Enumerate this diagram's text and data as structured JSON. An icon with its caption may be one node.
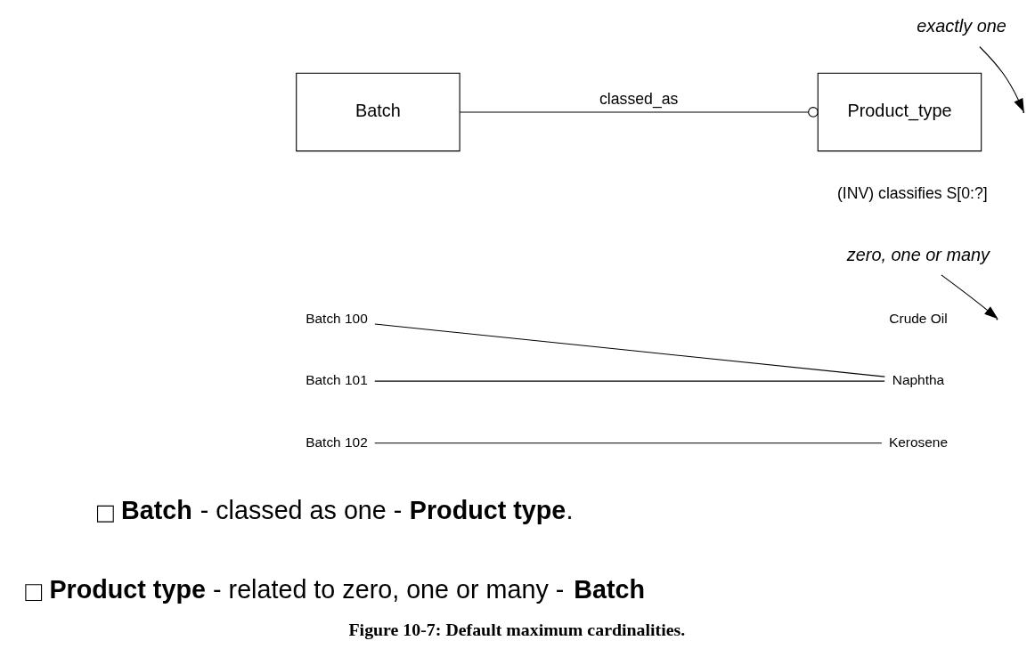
{
  "diagram": {
    "caption": "Figure 10-7: Default maximum cardinalities.",
    "nodes": [
      {
        "text": [
          "Batch"
        ]
      },
      {
        "text": [
          "Product_type"
        ]
      },
      {
        "text": [
          "exactly one"
        ]
      },
      {
        "text": [
          "zero, one or many"
        ]
      },
      {
        "text": [
          "Batch 100"
        ]
      },
      {
        "text": [
          "Batch 101"
        ]
      },
      {
        "text": [
          "Batch 102"
        ]
      },
      {
        "text": [
          "Crude Oil"
        ]
      },
      {
        "text": [
          "Naphtha"
        ]
      },
      {
        "text": [
          "Kerosene"
        ]
      }
    ],
    "edges": [
      {
        "from": 0,
        "to": 1,
        "arrow": "other",
        "label": "classed_as"
      },
      {
        "from": 2,
        "to": null,
        "arrow": "to"
      },
      {
        "from": 3,
        "to": null,
        "arrow": "to"
      },
      {
        "from": 4,
        "to": 8,
        "arrow": "none"
      },
      {
        "from": 5,
        "to": 8,
        "arrow": "none"
      },
      {
        "from": 6,
        "to": 9,
        "arrow": "none"
      }
    ],
    "labels": [
      "(INV) classifies S[0:?]",
      "**Batch** - classed as one - **Product type**.",
      "**Product type** - related to zero, one or many - **Batch**"
    ]
  }
}
